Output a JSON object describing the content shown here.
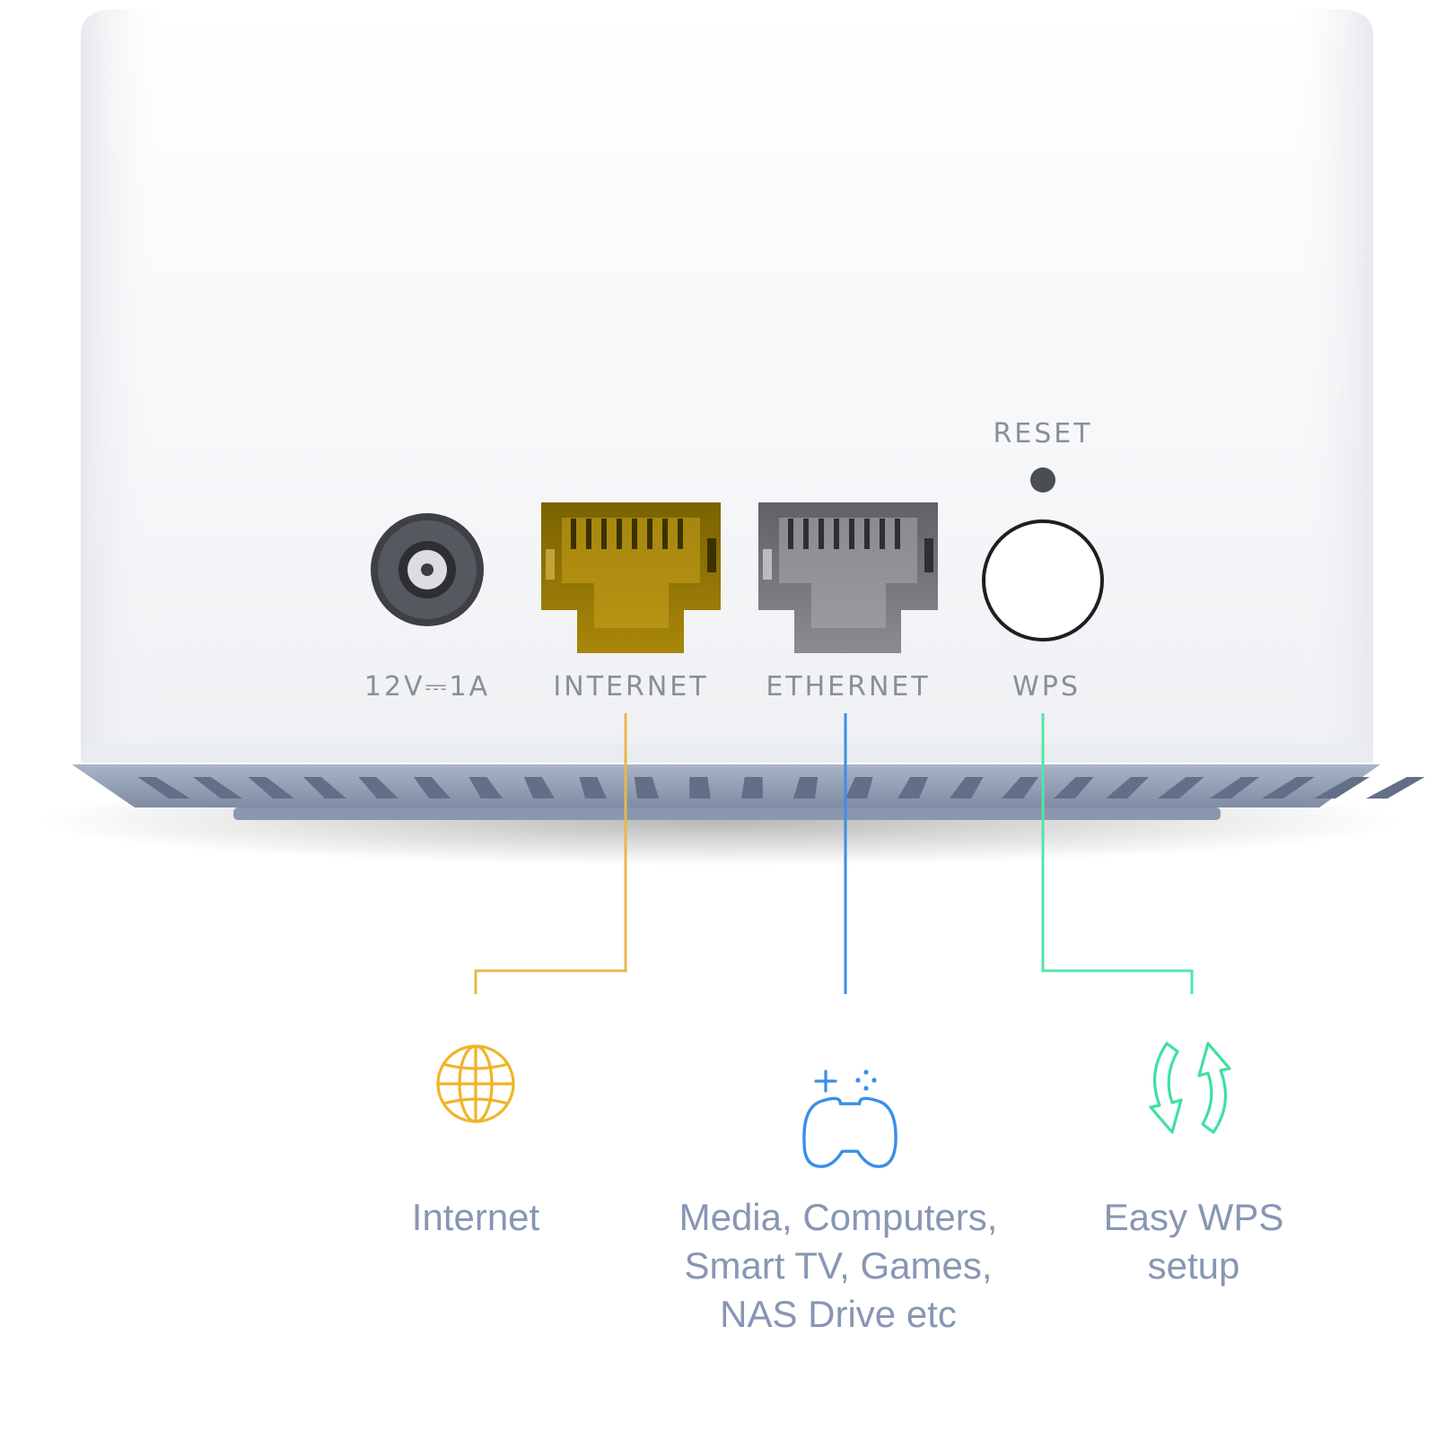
{
  "ports": {
    "power": {
      "label": "12V⎓1A"
    },
    "internet": {
      "label": "INTERNET",
      "color": "#9a7a00"
    },
    "ethernet": {
      "label": "ETHERNET",
      "color": "#7b7d82"
    },
    "wps": {
      "label": "WPS"
    },
    "reset": {
      "label": "RESET"
    }
  },
  "features": [
    {
      "icon": "globe-icon",
      "color": "#f0b429",
      "lines": [
        "Internet"
      ]
    },
    {
      "icon": "gamepad-icon",
      "color": "#3b8ee8",
      "lines": [
        "Media, Computers,",
        "Smart TV, Games,",
        "NAS Drive etc"
      ]
    },
    {
      "icon": "sync-arrows-icon",
      "color": "#3fe0a0",
      "lines": [
        "Easy WPS",
        "setup"
      ]
    }
  ],
  "colors": {
    "label_text": "#8796b4",
    "device_body": "#f6f7f9",
    "vent_base": "#8c9ab3"
  }
}
